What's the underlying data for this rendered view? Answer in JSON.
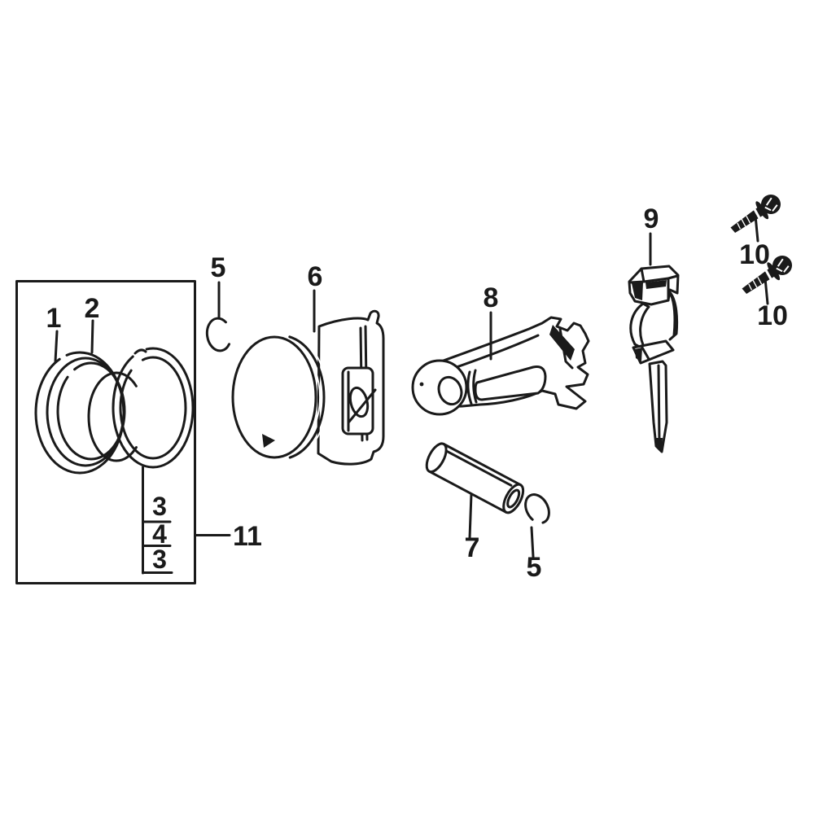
{
  "diagram": {
    "kind": "exploded-parts-diagram",
    "subject": "piston-and-connecting-rod-assembly",
    "background_color": "#ffffff",
    "line_color": "#1a1a1a",
    "callouts": {
      "ring1": {
        "label": "1"
      },
      "ring2": {
        "label": "2"
      },
      "rail_top": {
        "label": "3"
      },
      "spacer": {
        "label": "4"
      },
      "rail_bottom": {
        "label": "3"
      },
      "clip_piston": {
        "label": "5"
      },
      "piston": {
        "label": "6"
      },
      "piston_pin": {
        "label": "7"
      },
      "rod": {
        "label": "8"
      },
      "rod_cap": {
        "label": "9"
      },
      "bolt_a": {
        "label": "10"
      },
      "bolt_b": {
        "label": "10"
      },
      "clip_pin": {
        "label": "5"
      },
      "ring_set": {
        "label": "11"
      }
    }
  }
}
